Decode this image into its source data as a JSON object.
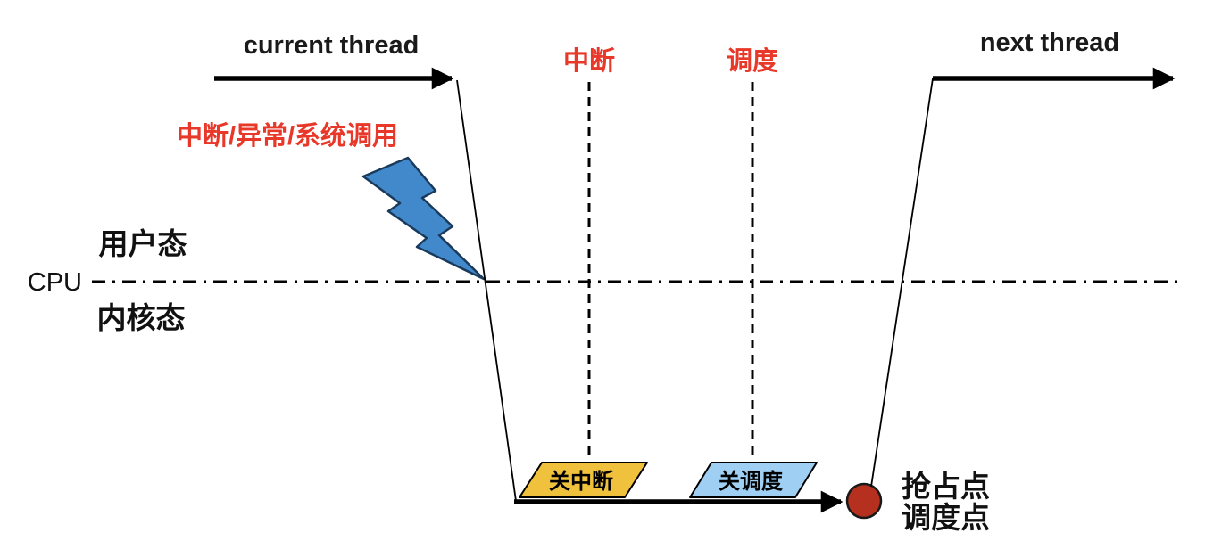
{
  "diagram": {
    "description": "CPU thread switch timeline: current thread enters kernel mode via interrupt/exception/syscall, passes disable-interrupt and disable-schedule regions, reaches preemption/schedule point, then next thread resumes in user mode"
  },
  "labels": {
    "current_thread": "current thread",
    "next_thread": "next thread",
    "interrupt_event": "中断/异常/系统调用",
    "interrupt": "中断",
    "schedule": "调度",
    "user_mode": "用户态",
    "cpu": "CPU",
    "kernel_mode": "内核态",
    "disable_interrupt": "关中断",
    "disable_schedule": "关调度",
    "preempt_point": "抢占点",
    "schedule_point": "调度点"
  },
  "colors": {
    "red_text": "#e8382a",
    "line_black": "#000000",
    "bolt_fill": "#4189cb",
    "bolt_stroke": "#1a3a5c",
    "disable_interrupt_fill": "#efc13c",
    "disable_schedule_fill": "#9fcff2",
    "shape_stroke": "#000000",
    "point_marker_fill": "#b5301f",
    "point_marker_stroke": "#1a1a1a"
  }
}
